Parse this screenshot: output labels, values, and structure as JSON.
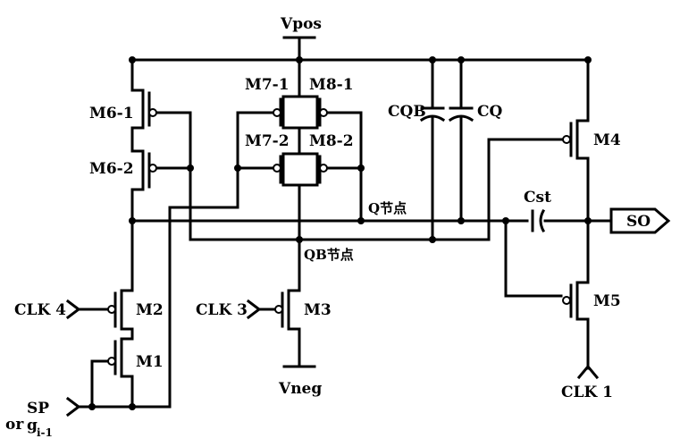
{
  "labels": {
    "vpos": "Vpos",
    "vneg": "Vneg",
    "m6_1": "M6-1",
    "m6_2": "M6-2",
    "m7_1": "M7-1",
    "m8_1": "M8-1",
    "m7_2": "M7-2",
    "m8_2": "M8-2",
    "cqb": "CQB",
    "cq": "CQ",
    "m4": "M4",
    "cst": "Cst",
    "q_node": "Q节点",
    "qb_node": "QB节点",
    "so": "SO",
    "clk4": "CLK 4",
    "m2": "M2",
    "clk3": "CLK 3",
    "m3": "M3",
    "m1": "M1",
    "m5": "M5",
    "clk1": "CLK 1",
    "sp": "SP",
    "or": "or",
    "g": "g",
    "g_sub": "i-1"
  }
}
